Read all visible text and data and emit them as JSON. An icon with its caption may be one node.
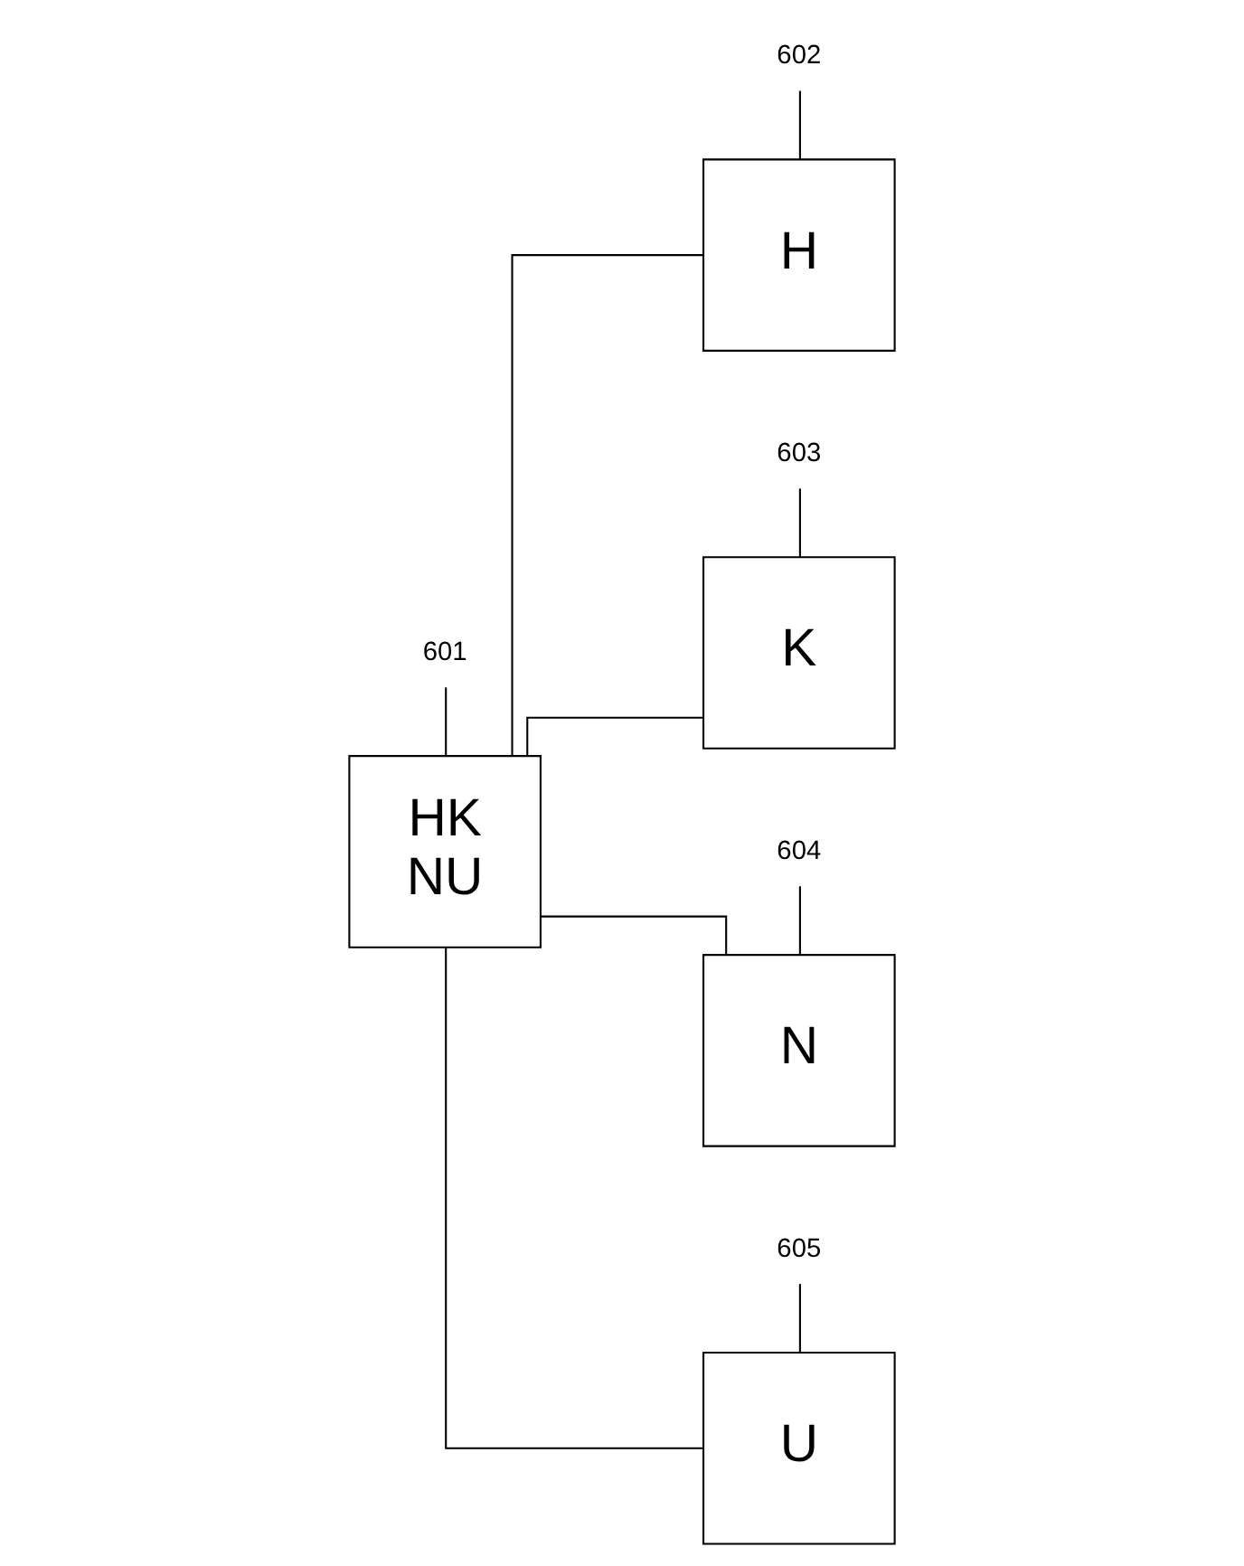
{
  "diagram": {
    "nodes": [
      {
        "text": [
          "HK",
          "NU"
        ]
      },
      {
        "text": [
          "601"
        ]
      },
      {
        "text": [
          "H"
        ]
      },
      {
        "text": [
          "602"
        ]
      },
      {
        "text": [
          "K"
        ]
      },
      {
        "text": [
          "603"
        ]
      },
      {
        "text": [
          "N"
        ]
      },
      {
        "text": [
          "604"
        ]
      },
      {
        "text": [
          "U"
        ]
      },
      {
        "text": [
          "605"
        ]
      }
    ],
    "edges": [
      {
        "from": 0,
        "to": 2,
        "arrow": "none"
      },
      {
        "from": 0,
        "to": 4,
        "arrow": "none"
      },
      {
        "from": 0,
        "to": 6,
        "arrow": "none"
      },
      {
        "from": 0,
        "to": 8,
        "arrow": "none"
      },
      {
        "from": 1,
        "to": 0,
        "arrow": "none"
      },
      {
        "from": 3,
        "to": 2,
        "arrow": "none"
      },
      {
        "from": 5,
        "to": 4,
        "arrow": "none"
      },
      {
        "from": 7,
        "to": 6,
        "arrow": "none"
      },
      {
        "from": 9,
        "to": 8,
        "arrow": "none"
      }
    ]
  }
}
